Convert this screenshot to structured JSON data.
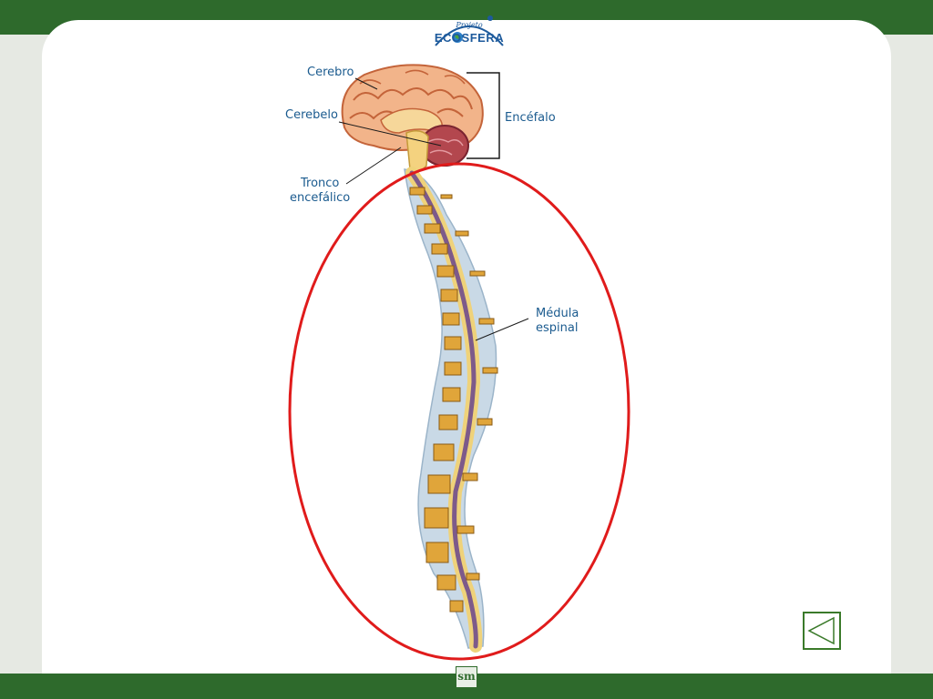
{
  "logo": {
    "subtitle": "Projeto",
    "title": "ECOSFERA"
  },
  "labels": {
    "cerebro": "Cerebro",
    "cerebelo": "Cerebelo",
    "tronco_line1": "Tronco",
    "tronco_line2": "encefálico",
    "encefalo": "Encéfalo",
    "medula_line1": "Médula",
    "medula_line2": "espinal"
  },
  "publisher": "sm",
  "colors": {
    "frame_green": "#2e6a2c",
    "highlight_ellipse": "#e01b1b",
    "label_blue": "#1b5b8f"
  },
  "nav": {
    "icon": "triangle-left-icon"
  }
}
